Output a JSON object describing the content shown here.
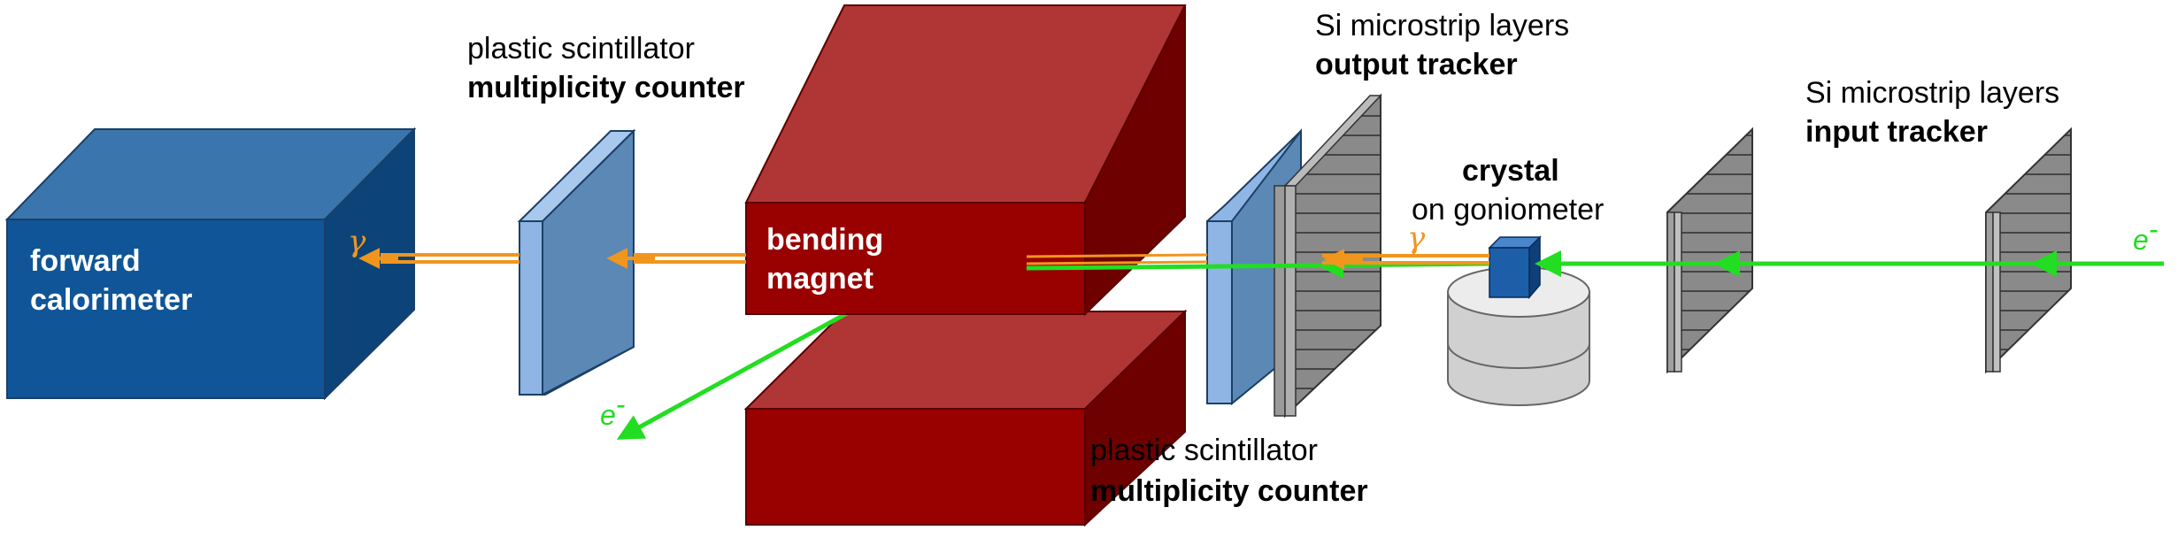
{
  "labels": {
    "forward_calorimeter": [
      "forward",
      "calorimeter"
    ],
    "bending_magnet": [
      "bending",
      "magnet"
    ],
    "scintillator_top": {
      "line1": "plastic scintillator",
      "line2": "multiplicity counter"
    },
    "scintillator_bottom": {
      "line1": "plastic scintillator",
      "line2": "multiplicity counter"
    },
    "output_tracker": {
      "line1": "Si microstrip layers",
      "line2": "output tracker"
    },
    "input_tracker": {
      "line1": "Si microstrip layers",
      "line2": "input tracker"
    },
    "crystal": {
      "line1": "crystal",
      "line2": "on goniometer"
    },
    "gamma": "γ",
    "electron": "e",
    "electron_sup": "-"
  },
  "colors": {
    "calorimeter_front": "#0f5597",
    "calorimeter_top": "#3a76ad",
    "calorimeter_side": "#0c4479",
    "magnet_front": "#990000",
    "magnet_top": "#b03535",
    "magnet_side": "#6e0000",
    "scintillator_front": "#5b88b5",
    "scintillator_edge": "#8fb5e4",
    "tracker_plane": "#8a8a8a",
    "crystal": "#1c5ea8",
    "goniometer": "#d9d9d9",
    "electron_beam": "#22dd22",
    "photon_beam": "#f0961e"
  }
}
